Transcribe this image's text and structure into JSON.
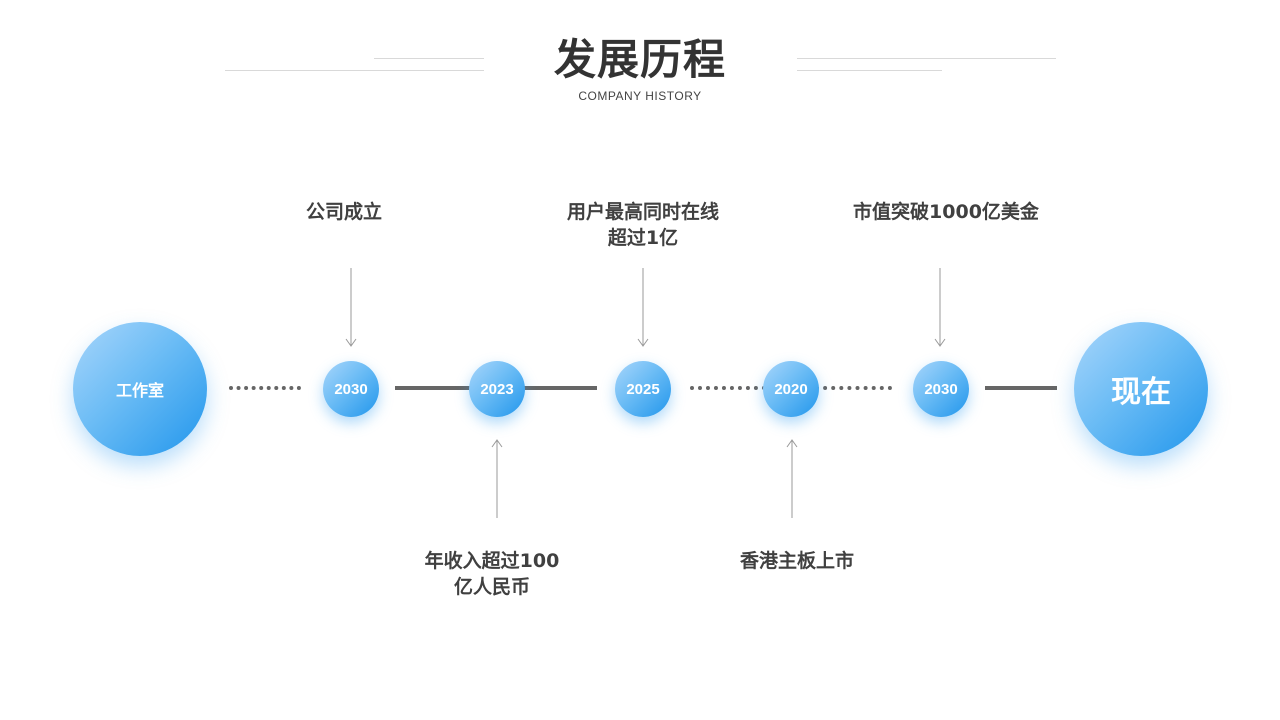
{
  "header": {
    "title": "发展历程",
    "subtitle": "COMPANY  HISTORY"
  },
  "colors": {
    "circle_gradient_start": "#a9d6fb",
    "circle_gradient_end": "#2196ec",
    "line": "#666666",
    "text": "#404040"
  },
  "timeline": {
    "start_label": "工作室",
    "end_label": "现在",
    "nodes": [
      {
        "year": "2030",
        "event": "公司成立",
        "position": "above"
      },
      {
        "year": "2023",
        "event": "年收入超过100亿人民币",
        "position": "below"
      },
      {
        "year": "2025",
        "event": "用户最高同时在线超过1亿",
        "position": "above"
      },
      {
        "year": "2020",
        "event": "香港主板上市",
        "position": "below"
      },
      {
        "year": "2030",
        "event": "市值突破1000亿美金",
        "position": "above"
      }
    ]
  }
}
